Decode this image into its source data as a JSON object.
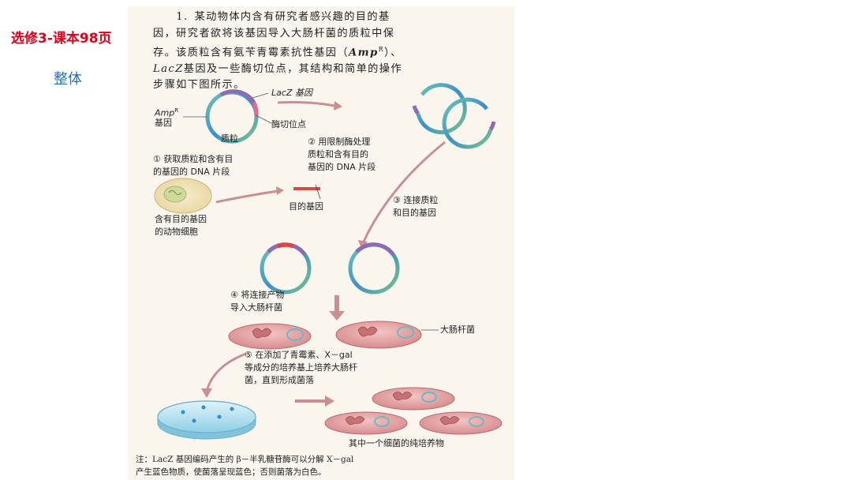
{
  "slide": {
    "title": "选修3-课本98页",
    "subtitle": "整体"
  },
  "question": {
    "number": "1.",
    "text_line1": "某动物体内含有研究者感兴趣的目的基",
    "text_line2": "因，研究者欲将该基因导入大肠杆菌的质粒中保",
    "text_line3": "存。该质粒含有氨苄青霉素抗性基因（",
    "amp": "Amp",
    "amp_sup": "R",
    "text_line3_end": "）、",
    "lacz": "LacZ",
    "text_line4": "基因及一些酶切位点，其结构和简单的操作",
    "text_line5": "步骤如下图所示。"
  },
  "diagram": {
    "lacz_label": "LacZ 基因",
    "ampr_label": "Amp",
    "ampr_sup": "R",
    "ampr_label2": "基因",
    "enzyme_site_label": "酶切位点",
    "plasmid_label": "质粒",
    "step1": "① 获取质粒和含有目",
    "step1b": "的基因的 DNA 片段",
    "step2": "② 用限制酶处理",
    "step2b": "质粒和含有目的",
    "step2c": "基因的 DNA 片段",
    "target_gene_label": "目的基因",
    "cell_label1": "含有目的基因",
    "cell_label2": "的动物细胞",
    "step3": "③ 连接质粒",
    "step3b": "和目的基因",
    "step4": "④ 将连接产物",
    "step4b": "导入大肠杆菌",
    "ecoli_label": "大肠杆菌",
    "step5": "⑤ 在添加了青霉素、X－gal",
    "step5b": "等成分的培养基上培养大肠杆",
    "step5c": "菌，直到形成菌落",
    "pure_culture_label": "其中一个细菌的纯培养物"
  },
  "note": {
    "line1": "注：LacZ 基因编码产生的 β－半乳糖苷酶可以分解 X－gal",
    "line2": "产生蓝色物质，使菌落呈现蓝色；否则菌落为白色。"
  },
  "colors": {
    "title_red": "#e0001b",
    "subtitle_blue": "#1f6fbf",
    "paper": "#faf6ee",
    "arrow": "#c98f92",
    "bacteria_fill": "#e9a6a8",
    "dish_blue": "#9fd3e6"
  }
}
